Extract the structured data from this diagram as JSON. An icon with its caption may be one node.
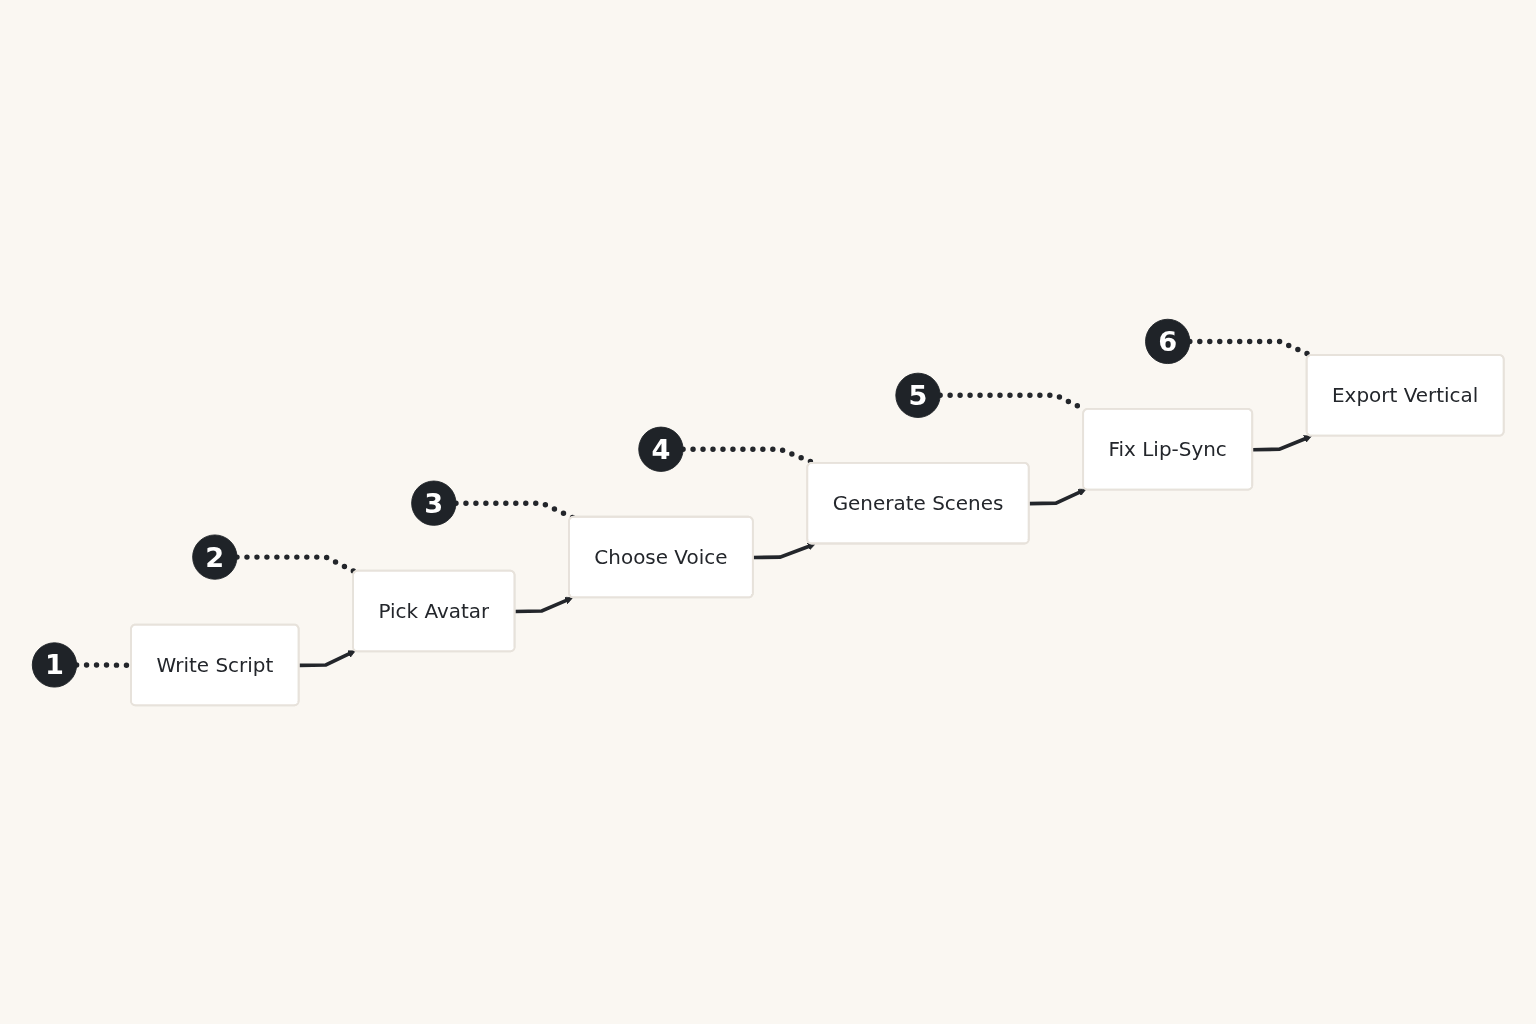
{
  "diagram": {
    "nodes": [
      {
        "text": [
          "1"
        ]
      },
      {
        "text": [
          "Write Script"
        ]
      },
      {
        "text": [
          "2"
        ]
      },
      {
        "text": [
          "Pick Avatar"
        ]
      },
      {
        "text": [
          "3"
        ]
      },
      {
        "text": [
          "Choose Voice"
        ]
      },
      {
        "text": [
          "4"
        ]
      },
      {
        "text": [
          "Generate Scenes"
        ]
      },
      {
        "text": [
          "5"
        ]
      },
      {
        "text": [
          "Fix Lip-Sync"
        ]
      },
      {
        "text": [
          "6"
        ]
      },
      {
        "text": [
          "Export Vertical"
        ]
      }
    ],
    "edges": [
      {
        "from": 0,
        "to": 1,
        "arrow": "none",
        "style": "dashed"
      },
      {
        "from": 2,
        "to": 3,
        "arrow": "none",
        "style": "dashed"
      },
      {
        "from": 4,
        "to": 5,
        "arrow": "none",
        "style": "dashed"
      },
      {
        "from": 6,
        "to": 7,
        "arrow": "none",
        "style": "dashed"
      },
      {
        "from": 8,
        "to": 9,
        "arrow": "none",
        "style": "dashed"
      },
      {
        "from": 10,
        "to": 11,
        "arrow": "none",
        "style": "dashed"
      },
      {
        "from": 1,
        "to": 3,
        "arrow": "to"
      },
      {
        "from": 3,
        "to": 5,
        "arrow": "to"
      },
      {
        "from": 5,
        "to": 7,
        "arrow": "to"
      },
      {
        "from": 7,
        "to": 9,
        "arrow": "to"
      },
      {
        "from": 9,
        "to": 11,
        "arrow": "to"
      }
    ]
  }
}
